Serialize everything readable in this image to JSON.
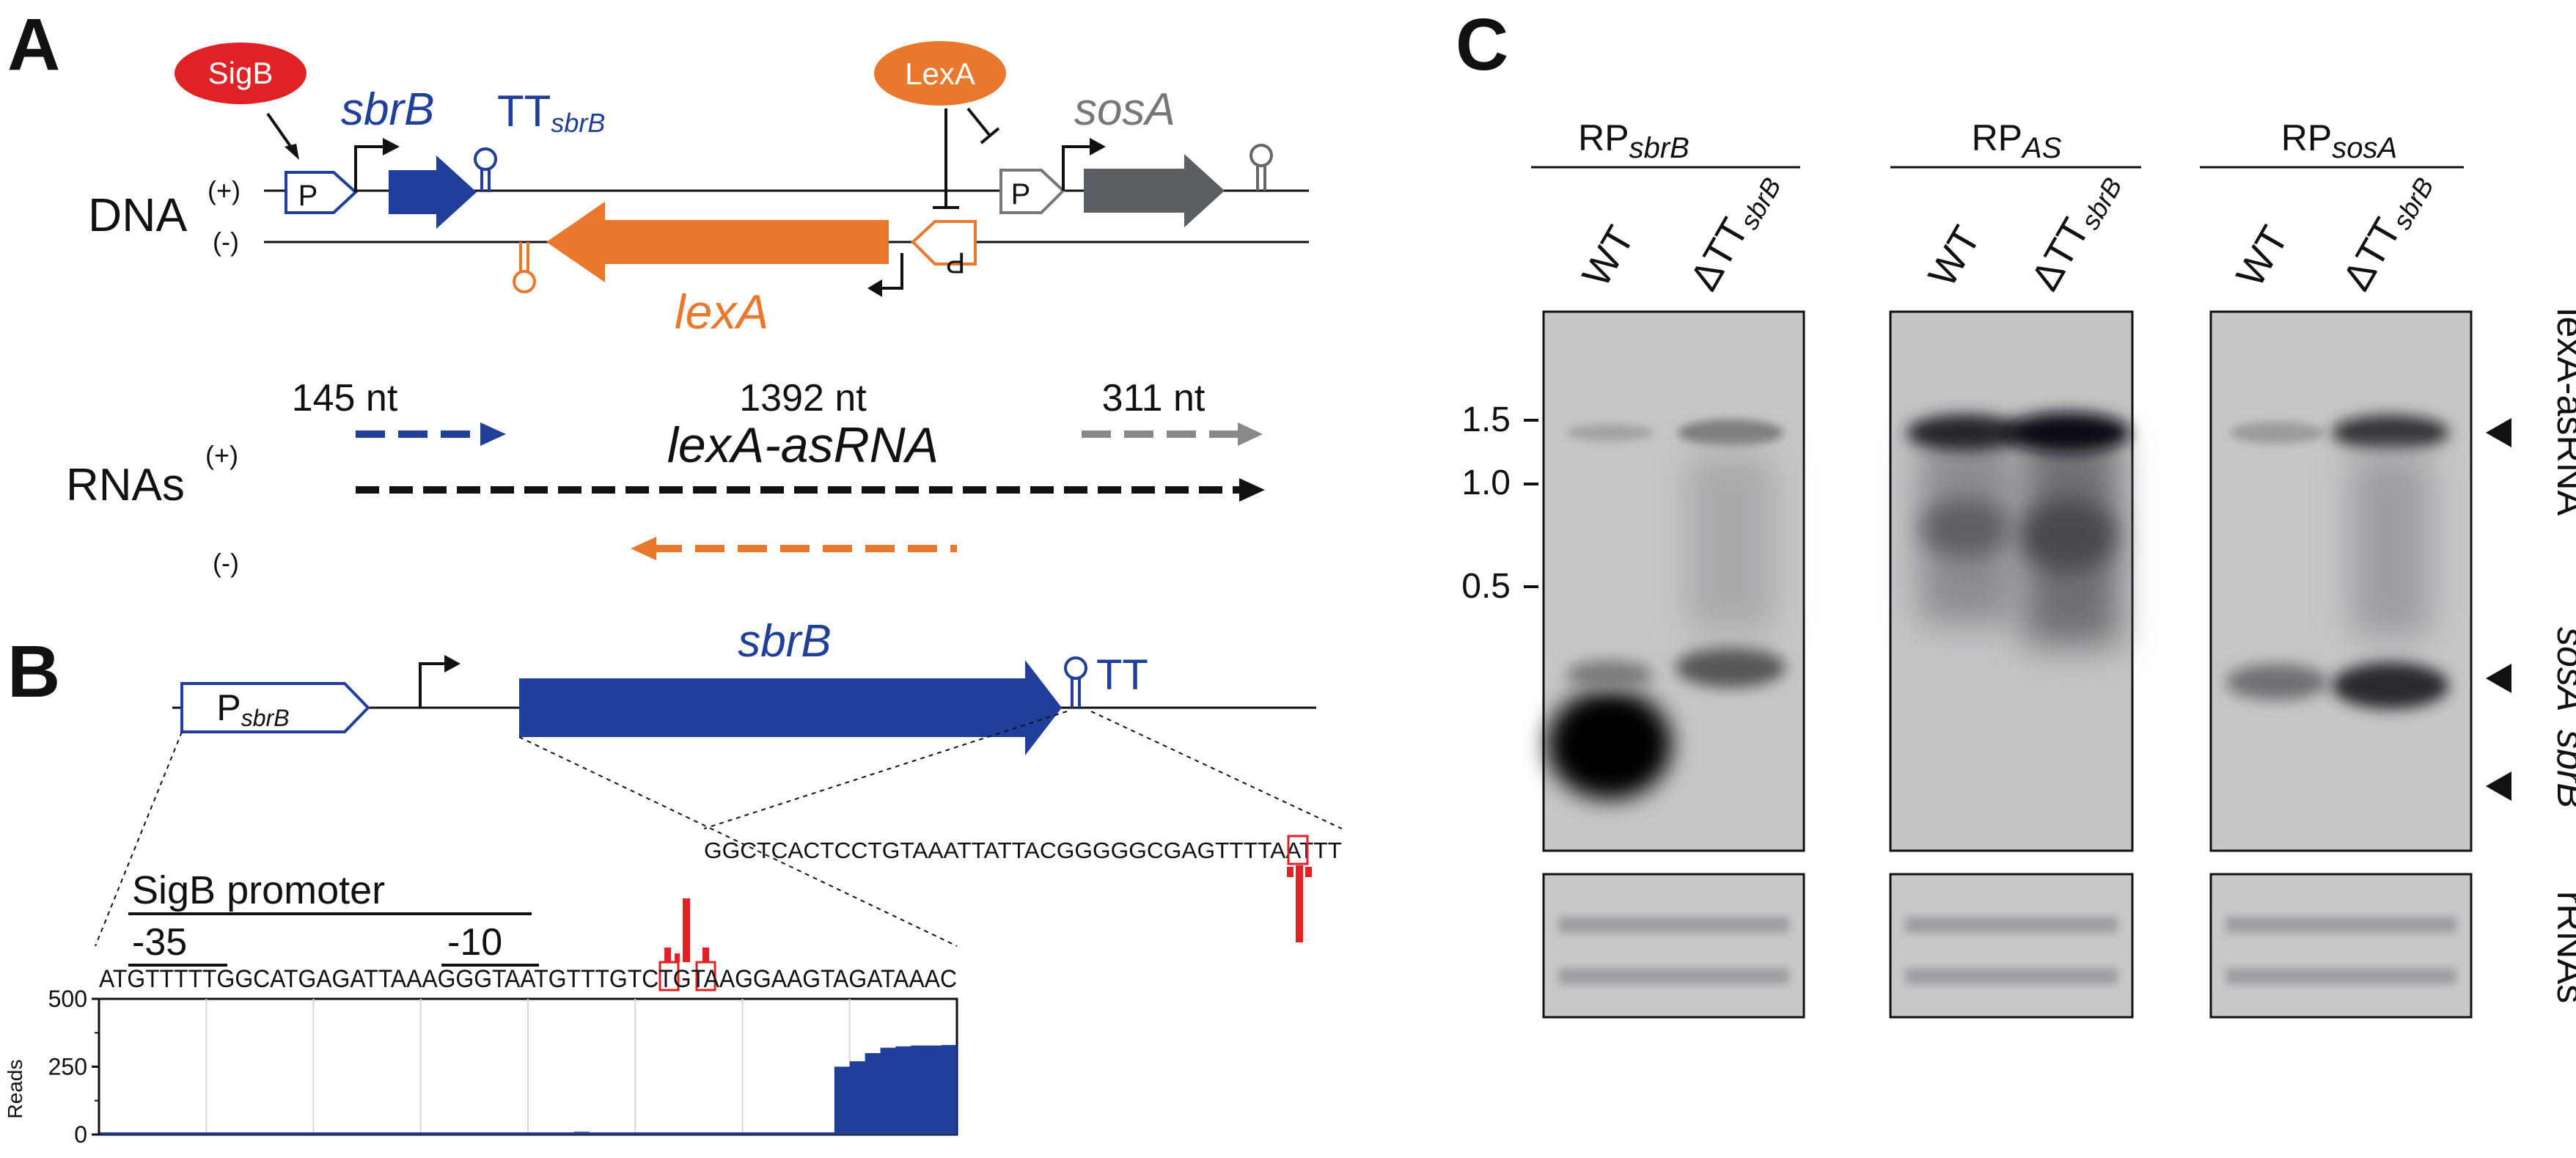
{
  "panels": {
    "a": "A",
    "b": "B",
    "c": "C"
  },
  "panel_a": {
    "regulators": {
      "sigb": "SigB",
      "lexa": "LexA"
    },
    "promoter_glyph": "P",
    "genes": {
      "sbrb": "sbrB",
      "sosa": "sosA",
      "lexa": "lexA"
    },
    "terminator": {
      "main": "TT",
      "sub": "sbrB"
    },
    "dna_label": "DNA",
    "strand_plus": "(+)",
    "strand_minus": "(-)",
    "rnas_label": "RNAs",
    "sizes": {
      "sbrb": "145 nt",
      "asrna": "1392 nt",
      "sosa": "311 nt"
    },
    "asrna_name": "lexA-asRNA",
    "colors": {
      "blue": "#1f3f9a",
      "orange": "#e9782d",
      "grey": "#5a5d61",
      "red": "#e02227",
      "black": "#111111"
    }
  },
  "panel_b": {
    "promoter": {
      "main": "P",
      "sub": "sbrB"
    },
    "gene": "sbrB",
    "terminator": "TT",
    "terminator_seq": "GGCTCACTCCTGTAAATTATTACGGGGGCGAGTTTTAATTT",
    "promoter_title": "SigB promoter",
    "box35": "-35",
    "box10": "-10",
    "sequence": "ATGTTTTTGGCATGAGATTAAAGGGTAATGTTTGTCTGTAAGGAAGTAGATAAAC",
    "ylabel": "Reads",
    "yticks": [
      "500",
      "250",
      "0"
    ]
  },
  "chart_data": {
    "type": "area",
    "title": "",
    "xlabel": "",
    "ylabel": "Reads",
    "ylim": [
      0,
      500
    ],
    "x_categories": "ATGTTTTTGGCATGAGATTAAAGGGTAATGTTTGTCTGTAAGGAAGTAGATAAAC",
    "values": [
      8,
      8,
      8,
      8,
      8,
      8,
      8,
      8,
      8,
      8,
      8,
      8,
      8,
      8,
      8,
      8,
      8,
      8,
      8,
      8,
      8,
      8,
      8,
      8,
      8,
      8,
      8,
      8,
      8,
      8,
      8,
      10,
      8,
      8,
      8,
      8,
      8,
      8,
      8,
      8,
      8,
      8,
      8,
      8,
      8,
      8,
      8,
      8,
      250,
      270,
      300,
      320,
      325,
      328,
      328,
      330
    ]
  },
  "panel_c": {
    "probes": [
      {
        "main": "RP",
        "sub": "sbrB"
      },
      {
        "main": "RP",
        "sub": "AS"
      },
      {
        "main": "RP",
        "sub": "sosA"
      }
    ],
    "lane_wt": "WT",
    "lane_mut": {
      "main": "ΔTT",
      "sub": "sbrB"
    },
    "size_markers": [
      "1.5",
      "1.0",
      "0.5"
    ],
    "band_labels": {
      "asrna": "lexA-asRNA",
      "sosa": "sosA",
      "sbrb": "sbrB"
    },
    "rrna_label": "rRNAs"
  }
}
